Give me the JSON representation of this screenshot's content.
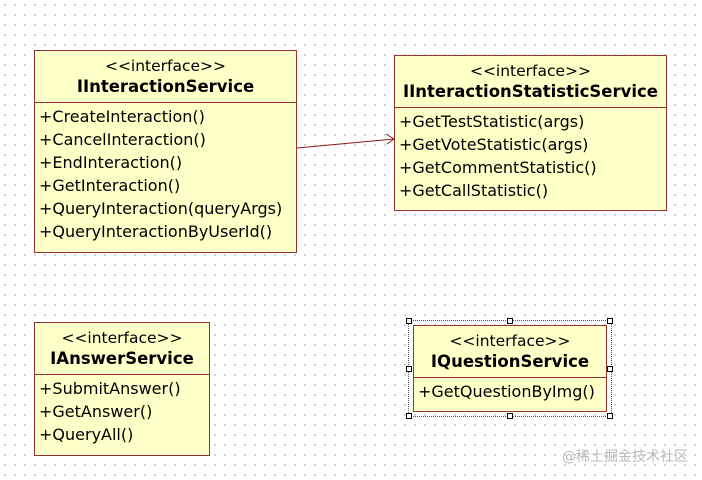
{
  "classes": {
    "interaction_service": {
      "stereotype": "<<interface>>",
      "name": "IInteractionService",
      "operations": [
        "+CreateInteraction()",
        "+CancelInteraction()",
        "+EndInteraction()",
        "+GetInteraction()",
        "+QueryInteraction(queryArgs)",
        "+QueryInteractionByUserId()"
      ]
    },
    "interaction_statistic_service": {
      "stereotype": "<<interface>>",
      "name": "IInteractionStatisticService",
      "operations": [
        "+GetTestStatistic(args)",
        "+GetVoteStatistic(args)",
        "+GetCommentStatistic()",
        "+GetCallStatistic()"
      ]
    },
    "answer_service": {
      "stereotype": "<<interface>>",
      "name": "IAnswerService",
      "operations": [
        "+SubmitAnswer()",
        "+GetAnswer()",
        "+QueryAll()"
      ]
    },
    "question_service": {
      "stereotype": "<<interface>>",
      "name": "IQuestionService",
      "operations": [
        "+GetQuestionByImg()"
      ]
    }
  },
  "colors": {
    "box_fill": "#ffffc8",
    "box_border": "#993333",
    "connector": "#8b1a1a"
  },
  "watermark": "@稀土掘金技术社区"
}
